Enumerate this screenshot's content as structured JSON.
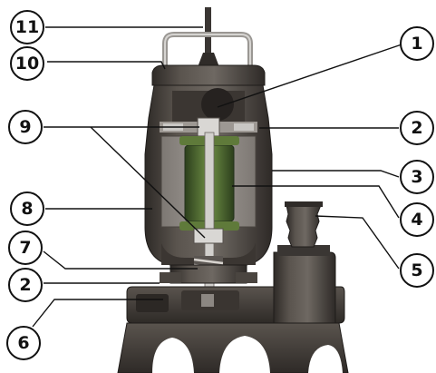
{
  "diagram": {
    "subject": "submersible-pump-cutaway",
    "colors": {
      "housing": "#4a4540",
      "housing_light": "#6e6862",
      "housing_dark": "#2e2a27",
      "stator": "#8a8580",
      "rotor": "#3f5a2a",
      "rotor_light": "#6f8f46",
      "shaft": "#c9c9c9",
      "line": "#111111",
      "background": "#ffffff"
    },
    "callouts": [
      {
        "id": "c1",
        "label": "1"
      },
      {
        "id": "c2a",
        "label": "2"
      },
      {
        "id": "c3",
        "label": "3"
      },
      {
        "id": "c4",
        "label": "4"
      },
      {
        "id": "c5",
        "label": "5"
      },
      {
        "id": "c6",
        "label": "6"
      },
      {
        "id": "c2b",
        "label": "2"
      },
      {
        "id": "c7",
        "label": "7"
      },
      {
        "id": "c8",
        "label": "8"
      },
      {
        "id": "c9",
        "label": "9"
      },
      {
        "id": "c10",
        "label": "10"
      },
      {
        "id": "c11",
        "label": "11"
      }
    ]
  }
}
